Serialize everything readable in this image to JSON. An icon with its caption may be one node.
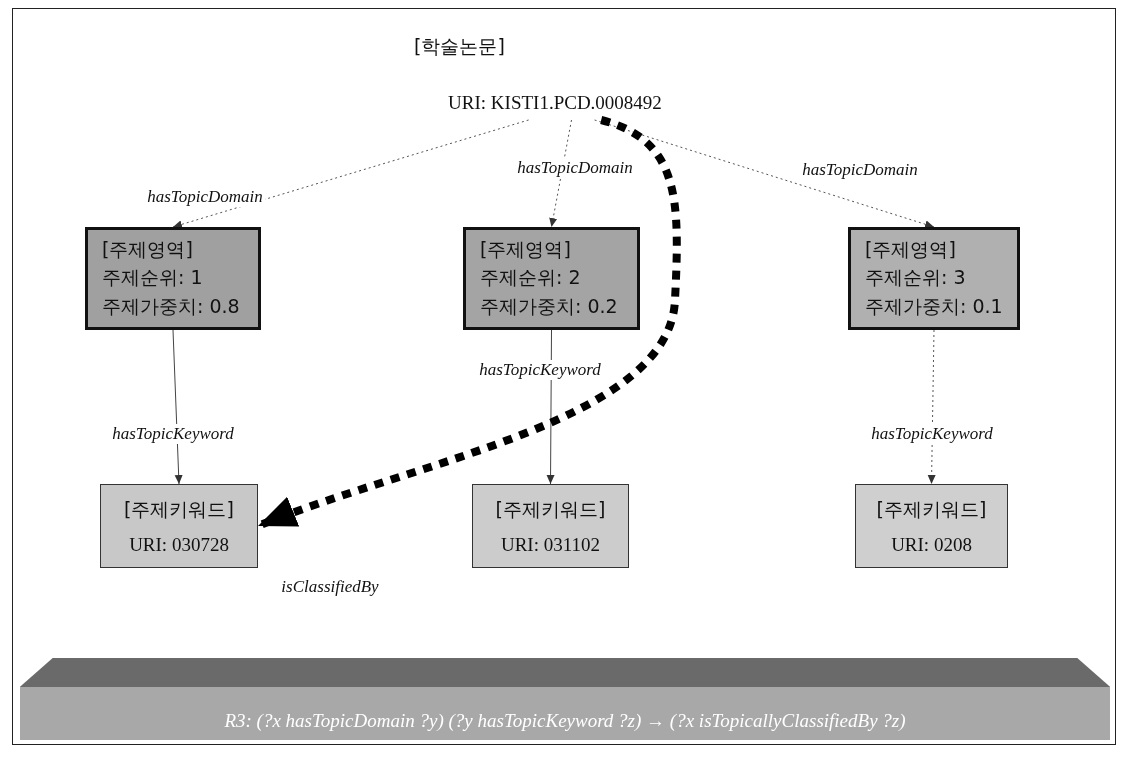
{
  "diagram": {
    "nodes": [
      {
        "text": [
          "[학술논문]",
          "URI: KISTI1.PCD.0008492"
        ]
      },
      {
        "text": [
          "[주제영역]",
          "주제순위: 1",
          "주제가중치: 0.8"
        ]
      },
      {
        "text": [
          "[주제영역]",
          "주제순위: 2",
          "주제가중치: 0.2"
        ]
      },
      {
        "text": [
          "[주제영역]",
          "주제순위: 3",
          "주제가중치: 0.1"
        ]
      },
      {
        "text": [
          "[주제키워드]",
          "URI: 030728"
        ]
      },
      {
        "text": [
          "[주제키워드]",
          "URI: 031102"
        ]
      },
      {
        "text": [
          "[주제키워드]",
          "URI: 0208"
        ]
      },
      {
        "text": [
          "R3: (?x hasTopicDomain ?y) (?y hasTopicKeyword ?z) → (?x isTopicallyClassifiedBy ?z)"
        ]
      }
    ],
    "edges": [
      {
        "from": 0,
        "to": 1,
        "arrow": "to",
        "label": "hasTopicDomain",
        "style": "dashed"
      },
      {
        "from": 0,
        "to": 2,
        "arrow": "to",
        "label": "hasTopicDomain",
        "style": "dashed"
      },
      {
        "from": 0,
        "to": 3,
        "arrow": "to",
        "label": "hasTopicDomain",
        "style": "dashed"
      },
      {
        "from": 1,
        "to": 4,
        "arrow": "to",
        "label": "hasTopicKeyword"
      },
      {
        "from": 2,
        "to": 5,
        "arrow": "to",
        "label": "hasTopicKeyword"
      },
      {
        "from": 3,
        "to": 6,
        "arrow": "to",
        "label": "hasTopicKeyword",
        "style": "dashed"
      },
      {
        "from": 0,
        "to": 4,
        "arrow": "to",
        "label": "isClassifiedBy",
        "style": "dashed"
      }
    ]
  }
}
